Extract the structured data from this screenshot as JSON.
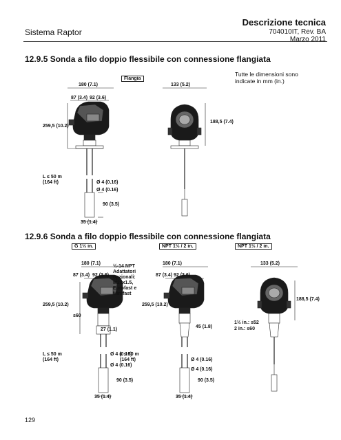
{
  "header": {
    "left": "Sistema Raptor",
    "title": "Descrizione tecnica",
    "doc": "704010IT, Rev. BA",
    "date": "Marzo 2011"
  },
  "section1": {
    "heading": "12.9.5  Sonda a filo doppio flessibile con connessione flangiata",
    "connection_label": "Flangia",
    "note": "Tutte le dimensioni sono indicate in mm (in.)",
    "dims": {
      "width_total": "180 (7.1)",
      "head_a": "87 (3.4)",
      "head_b": "92 (3.6)",
      "height": "259,5 (10.2)",
      "side_width": "133 (5.2)",
      "side_height": "188,5 (7.4)",
      "length": "L ≤ 50 m",
      "length_in": "(164 ft)",
      "wire_1": "Ø 4 (0.16)",
      "wire_2": "Ø 4 (0.16)",
      "weight_len": "90 (3.5)",
      "weight_width": "35 (1.4)"
    }
  },
  "section2": {
    "heading": "12.9.6  Sonda a filo doppio flessibile con connessione flangiata",
    "connections": [
      "G 1½ in.",
      "NPT 1½ / 2 in.",
      "NPT 1½ / 2 in."
    ],
    "adapter_note": "½-14 NPT Adattatori opzionali: M20x1.5, Eurofast e Minifast",
    "dims": {
      "width_total": "180 (7.1)",
      "head_a": "87 (3.4)",
      "head_b": "92 (3.6)",
      "height": "259,5 (10.2)",
      "hex": "s60",
      "thread_len": "27 (1.1)",
      "npt_len": "45 (1.8)",
      "hex_npt_1": "1½ in.: s52",
      "hex_npt_2": "2 in.: s60",
      "side_width": "133 (5.2)",
      "side_height": "188,5 (7.4)",
      "length": "L ≤ 50 m",
      "length_in": "(164 ft)",
      "wire_1": "Ø 4 (0.16)",
      "wire_2": "Ø 4 (0.16)",
      "weight_len": "90 (3.5)",
      "weight_width": "35 (1.4)"
    }
  },
  "page_number": "129"
}
